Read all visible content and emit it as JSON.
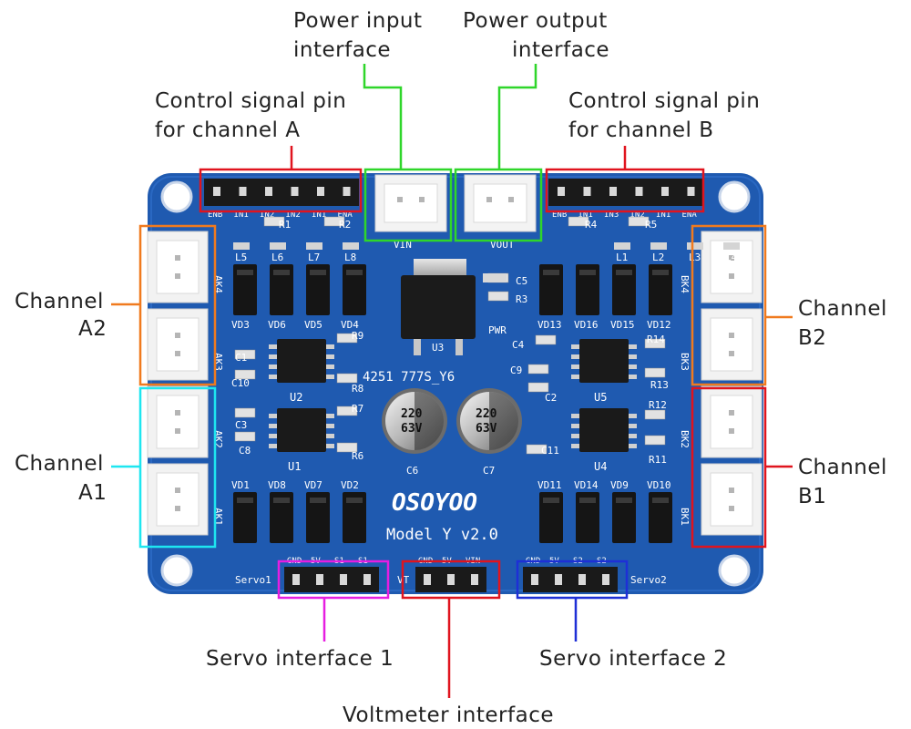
{
  "callouts": {
    "power_input": [
      "Power input",
      "interface"
    ],
    "power_output": [
      "Power output",
      "interface"
    ],
    "ctrl_a": [
      "Control signal pin",
      "for channel A"
    ],
    "ctrl_b": [
      "Control signal pin",
      "for channel B"
    ],
    "channel_a2": [
      "Channel",
      "A2"
    ],
    "channel_a1": [
      "Channel",
      "A1"
    ],
    "channel_b2": [
      "Channel",
      "B2"
    ],
    "channel_b1": [
      "Channel",
      "B1"
    ],
    "servo1": "Servo interface 1",
    "servo2": "Servo interface 2",
    "voltmeter": "Voltmeter interface"
  },
  "board": {
    "brand": "OSOYOO",
    "model": "Model Y v2.0",
    "chip_code": "4251 777S_Y6",
    "vin_label": "VIN",
    "vout_label": "VOUT",
    "pwr_label": "PWR",
    "header_a_pins": [
      "ENB",
      "IN1",
      "IN2",
      "IN2",
      "IN1",
      "ENA"
    ],
    "header_b_pins": [
      "ENB",
      "IN1",
      "IN3",
      "IN2",
      "IN1",
      "ENA"
    ],
    "servo1_label": "Servo1",
    "servo2_label": "Servo2",
    "servo1_pins": [
      "GND",
      "5V",
      "S1",
      "S1"
    ],
    "volt_pins": [
      "GND",
      "5V",
      "VIN"
    ],
    "servo2_pins": [
      "GND",
      "5V",
      "S2",
      "S2"
    ],
    "volt_side": "VT",
    "connectors_left": [
      "AK4",
      "AK3",
      "AK2",
      "AK1"
    ],
    "connectors_right": [
      "BK4",
      "BK3",
      "BK2",
      "BK1"
    ],
    "chips": [
      "U2",
      "U1",
      "U5",
      "U4",
      "U3"
    ],
    "caps": [
      "C6",
      "C7"
    ],
    "cap_text": [
      "220",
      "63V"
    ],
    "diodes_top_left": [
      "VD3",
      "VD6",
      "VD5",
      "VD4"
    ],
    "diodes_top_right": [
      "VD13",
      "VD16",
      "VD15",
      "VD12"
    ],
    "diodes_bottom_left": [
      "VD1",
      "VD8",
      "VD7",
      "VD2"
    ],
    "diodes_bottom_right": [
      "VD11",
      "VD14",
      "VD9",
      "VD10"
    ],
    "leds_left": [
      "L5",
      "L6",
      "L7",
      "L8"
    ],
    "leds_right": [
      "L1",
      "L2",
      "L3",
      "L4"
    ],
    "small_parts": [
      "R1",
      "R2",
      "R4",
      "R5",
      "C5",
      "R3",
      "C4",
      "C1",
      "C10",
      "R9",
      "R8",
      "R7",
      "R6",
      "C3",
      "C8",
      "C9",
      "C2",
      "R14",
      "R13",
      "R12",
      "R11",
      "C11"
    ]
  },
  "colors": {
    "pcb": "#1f5ab0",
    "pcb_dark": "#194d99",
    "red": "#e0141e",
    "green": "#2fd62a",
    "orange": "#f07a1e",
    "cyan": "#1ee6f0",
    "magenta": "#e61ee1",
    "blue": "#1e2fd6"
  }
}
